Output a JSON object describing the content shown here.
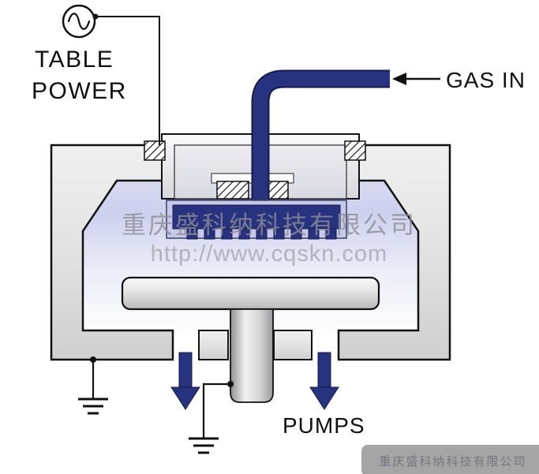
{
  "labels": {
    "table_power": [
      "TABLE",
      "POWER"
    ],
    "gas_in": "GAS IN",
    "pumps": "PUMPS"
  },
  "watermark": {
    "company": "重庆盛科纳科技有限公司",
    "url": "http://www.cqskn.com",
    "badge_company": "重庆盛科纳科技有限公司"
  },
  "icons": {
    "ac_source": "sine-wave-in-circle",
    "ground": "three-bar-earth-ground",
    "gas_in_arrow": "left-filled-arrow",
    "pump_arrow": "down-filled-arrow"
  },
  "colors": {
    "gas_navy": "#27337f",
    "gas_navy_dark": "#141b4e",
    "chamber_gray": "#e2e2e2",
    "cavity_lavender": "#cdd0ee",
    "watermark_gray": "#8e8e96",
    "watermark_url_gray": "#a6a6ae",
    "outline_black": "#111111"
  }
}
